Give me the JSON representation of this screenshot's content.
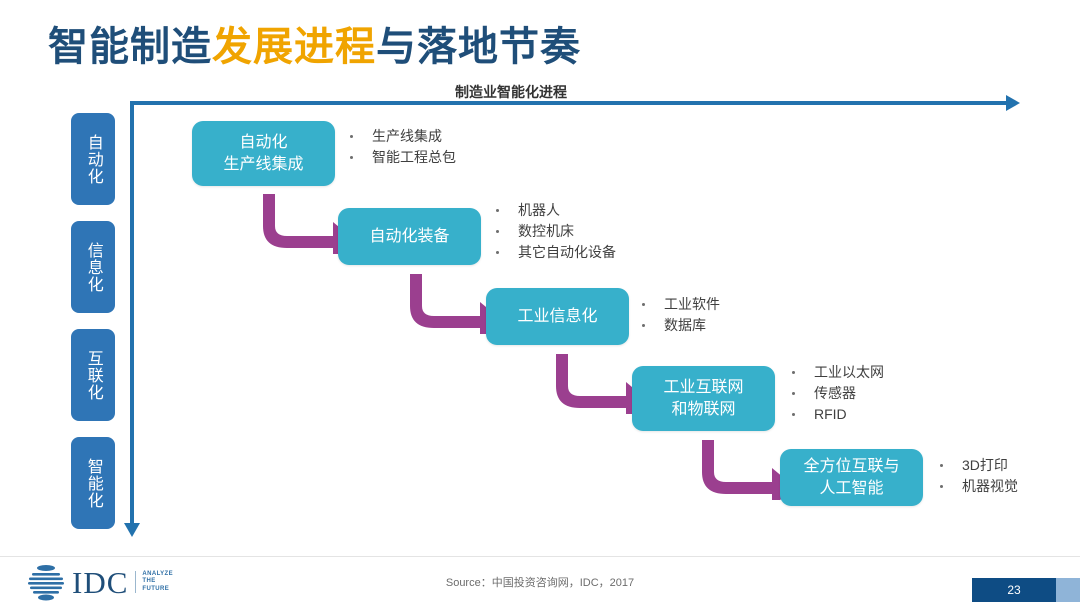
{
  "title": {
    "part1": "智能制造",
    "part2": "发展进程",
    "part3": "与落地节奏",
    "navy_color": "#1F4E79",
    "orange_color": "#F0A400"
  },
  "subtitle": "制造业智能化进程",
  "axis": {
    "horizontal_arrow": "right-arrow",
    "vertical_arrow": "down-arrow",
    "color": "#2272AE"
  },
  "stages": [
    {
      "label": "自动化"
    },
    {
      "label": "信息化"
    },
    {
      "label": "互联化"
    },
    {
      "label": "智能化"
    }
  ],
  "stage_color": "#2F75B6",
  "box_color": "#37B0CB",
  "arrow_color": "#9B3F8F",
  "steps": [
    {
      "box_lines": [
        "自动化",
        "生产线集成"
      ],
      "bullets": [
        "生产线集成",
        "智能工程总包"
      ]
    },
    {
      "box_lines": [
        "自动化装备"
      ],
      "bullets": [
        "机器人",
        "数控机床",
        "其它自动化设备"
      ]
    },
    {
      "box_lines": [
        "工业信息化"
      ],
      "bullets": [
        "工业软件",
        "数据库"
      ]
    },
    {
      "box_lines": [
        "工业互联网",
        "和物联网"
      ],
      "bullets": [
        "工业以太网",
        "传感器",
        "RFID"
      ]
    },
    {
      "box_lines": [
        "全方位互联与",
        "人工智能"
      ],
      "bullets": [
        "3D打印",
        "机器视觉"
      ]
    }
  ],
  "footer": {
    "logo_text": "IDC",
    "logo_tagline_1": "ANALYZE",
    "logo_tagline_2": "THE",
    "logo_tagline_3": "FUTURE",
    "source": "Source：中国投资咨询网，IDC，2017",
    "page_number": "23"
  }
}
